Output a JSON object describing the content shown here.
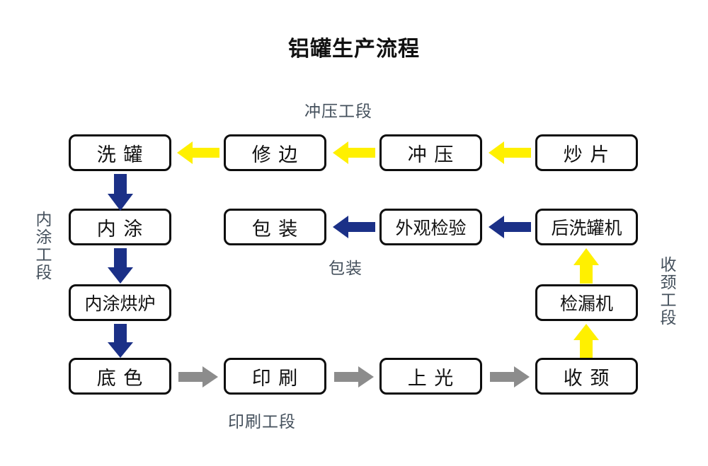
{
  "title": "铝罐生产流程",
  "colors": {
    "yellow": "#FFF000",
    "navy": "#1B3087",
    "gray": "#8C8C8C",
    "box_border": "#0D0D0D",
    "stage_label": "#44505C",
    "background": "#FFFFFF"
  },
  "stage_labels": {
    "stamping": "冲压工段",
    "packaging": "包装",
    "printing": "印刷工段",
    "inner_coating": "内涂工段",
    "necking": "收颈工段"
  },
  "nodes": {
    "wash_can": "洗 罐",
    "trim": "修 边",
    "stamp": "冲 压",
    "blanking": "炒 片",
    "inner_coat": "内 涂",
    "pack": "包 装",
    "appearance_check": "外观检验",
    "post_washer": "后洗罐机",
    "inner_coat_oven": "内涂烘炉",
    "leak_tester": "检漏机",
    "base_color": "底 色",
    "print": "印 刷",
    "varnish": "上 光",
    "necking": "收 颈"
  },
  "flow": {
    "row1": [
      "炒 片",
      "冲 压",
      "修 边",
      "洗 罐"
    ],
    "row2": [
      "后洗罐机",
      "外观检验",
      "包 装"
    ],
    "row3": [
      "内涂烘炉",
      "检漏机"
    ],
    "row4": [
      "底 色",
      "印 刷",
      "上 光",
      "收 颈"
    ]
  },
  "arrow_colors": {
    "row1_left": "#FFF000",
    "row2_left": "#1B3087",
    "row4_right": "#8C8C8C",
    "col_left_down": "#1B3087",
    "col_right_up": "#FFF000"
  }
}
